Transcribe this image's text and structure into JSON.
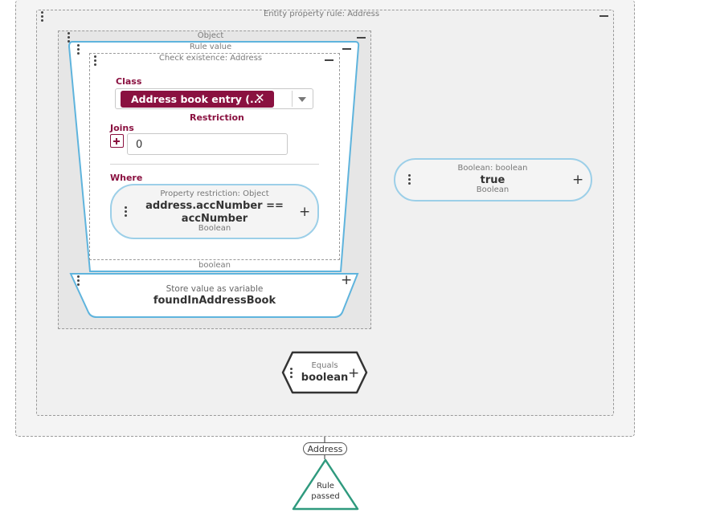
{
  "entity_rule": {
    "title": "Entity property rule: Address"
  },
  "object_block": {
    "title": "Object"
  },
  "rule_value": {
    "title": "Rule value",
    "output_type": "boolean"
  },
  "check_existence": {
    "title": "Check existence: Address",
    "class_label": "Class",
    "class_chip": "Address book entry (...",
    "restriction_label": "Restriction",
    "joins_label": "Joins",
    "joins_value": "0",
    "where_label": "Where"
  },
  "property_restriction": {
    "title": "Property restriction: Object",
    "expression_line1": "address.accNumber ==",
    "expression_line2": "accNumber",
    "type": "Boolean"
  },
  "store_variable": {
    "title": "Store value as variable",
    "name": "foundInAddressBook"
  },
  "boolean_node": {
    "title": "Boolean: boolean",
    "value": "true",
    "type": "Boolean"
  },
  "equals_node": {
    "title": "Equals",
    "type": "boolean"
  },
  "address_tag": {
    "label": "Address"
  },
  "rule_passed": {
    "line1": "Rule",
    "line2": "passed"
  },
  "colors": {
    "accent": "#8a1140",
    "node_border": "#9ccfe8",
    "success": "#2f9a7e",
    "dark_border": "#333333"
  }
}
